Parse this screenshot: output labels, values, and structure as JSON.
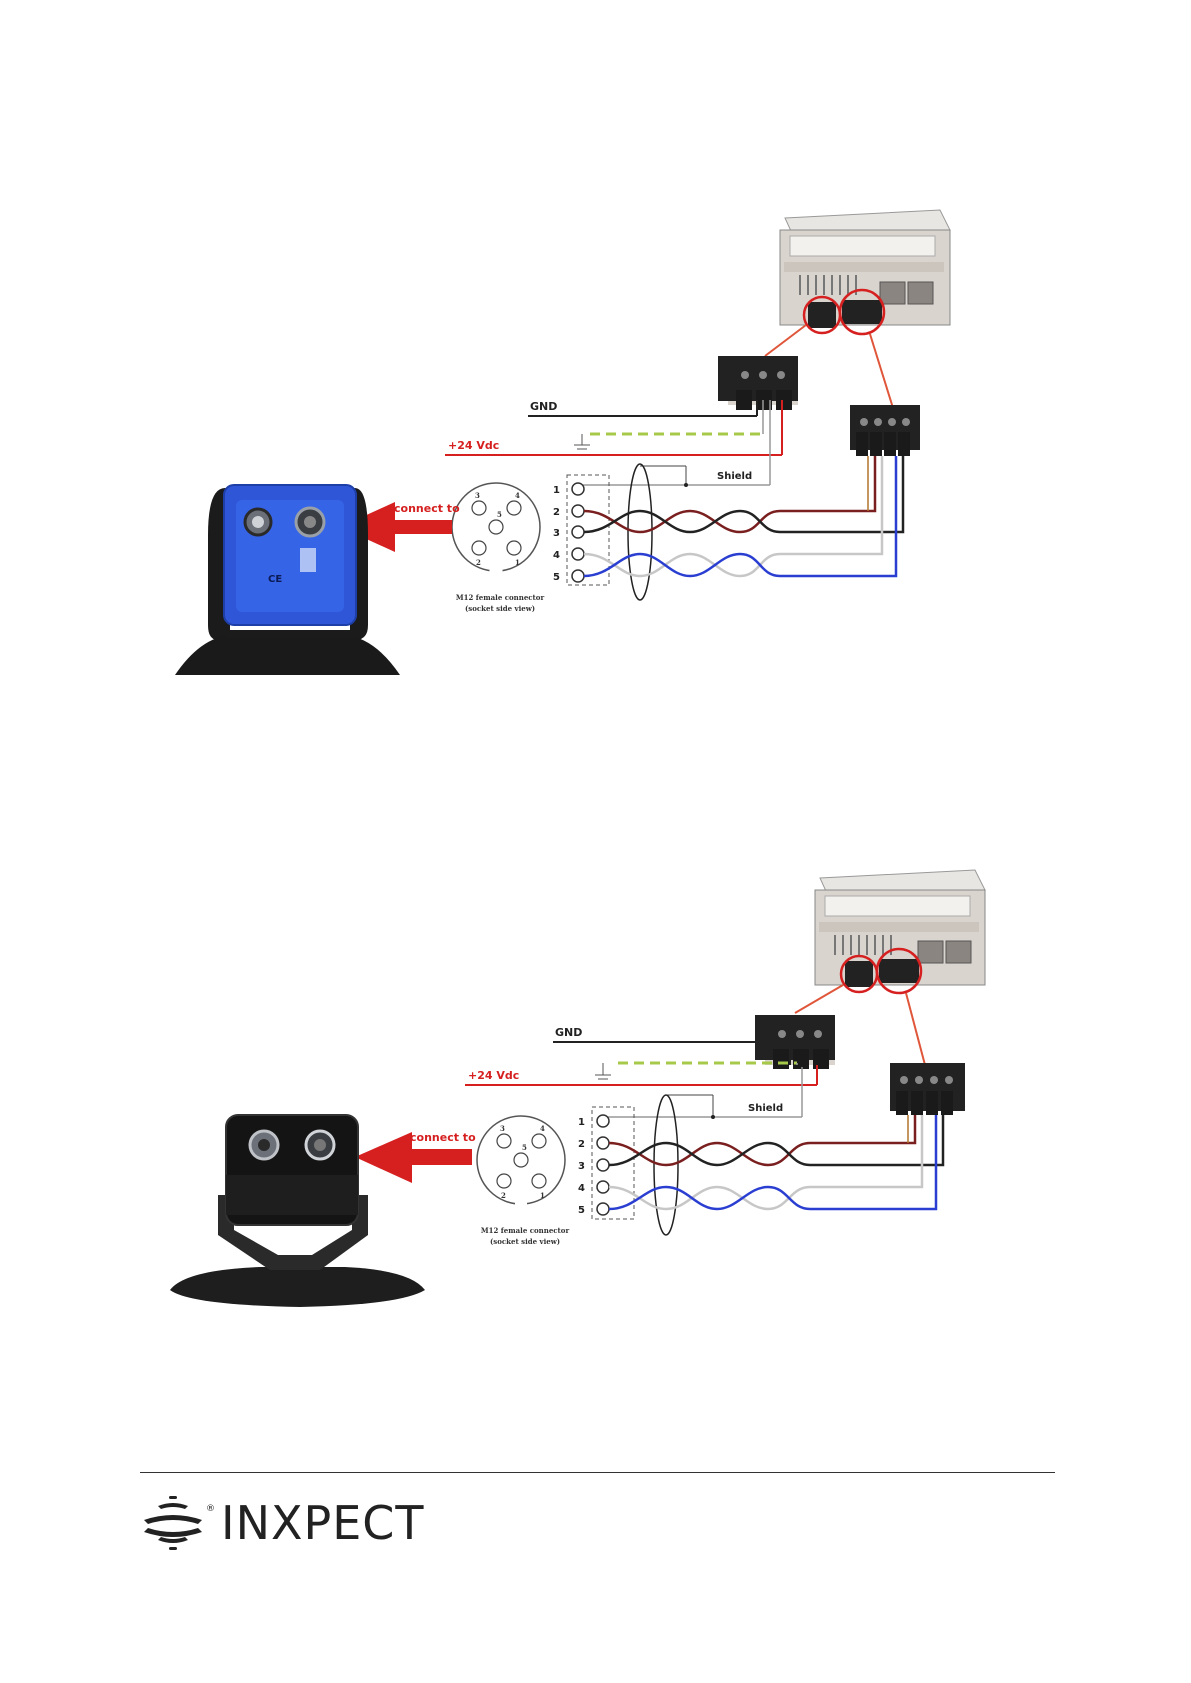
{
  "diagrams": [
    {
      "gnd": "GND",
      "vdc": "+24 Vdc",
      "shield": "Shield",
      "connect_to": "connect to",
      "connector_caption_1": "M12 female connector",
      "connector_caption_2": "(socket side view)",
      "pins": [
        "1",
        "2",
        "3",
        "4",
        "5"
      ],
      "socket_pins": [
        "3",
        "4",
        "5",
        "2",
        "1"
      ],
      "sensor_color": "blue",
      "sensor_marking": "CE"
    },
    {
      "gnd": "GND",
      "vdc": "+24 Vdc",
      "shield": "Shield",
      "connect_to": "connect to",
      "connector_caption_1": "M12 female connector",
      "connector_caption_2": "(socket side view)",
      "pins": [
        "1",
        "2",
        "3",
        "4",
        "5"
      ],
      "socket_pins": [
        "3",
        "4",
        "5",
        "2",
        "1"
      ],
      "sensor_color": "black"
    }
  ],
  "footer": {
    "logo_text": "INXPECT",
    "logo_mark": "®"
  },
  "colors": {
    "red": "#d62020",
    "blue": "#2a3fd1",
    "brown": "#7a1f1f",
    "ground": "#a7c94a",
    "sensor_blue": "#2e56d6"
  }
}
